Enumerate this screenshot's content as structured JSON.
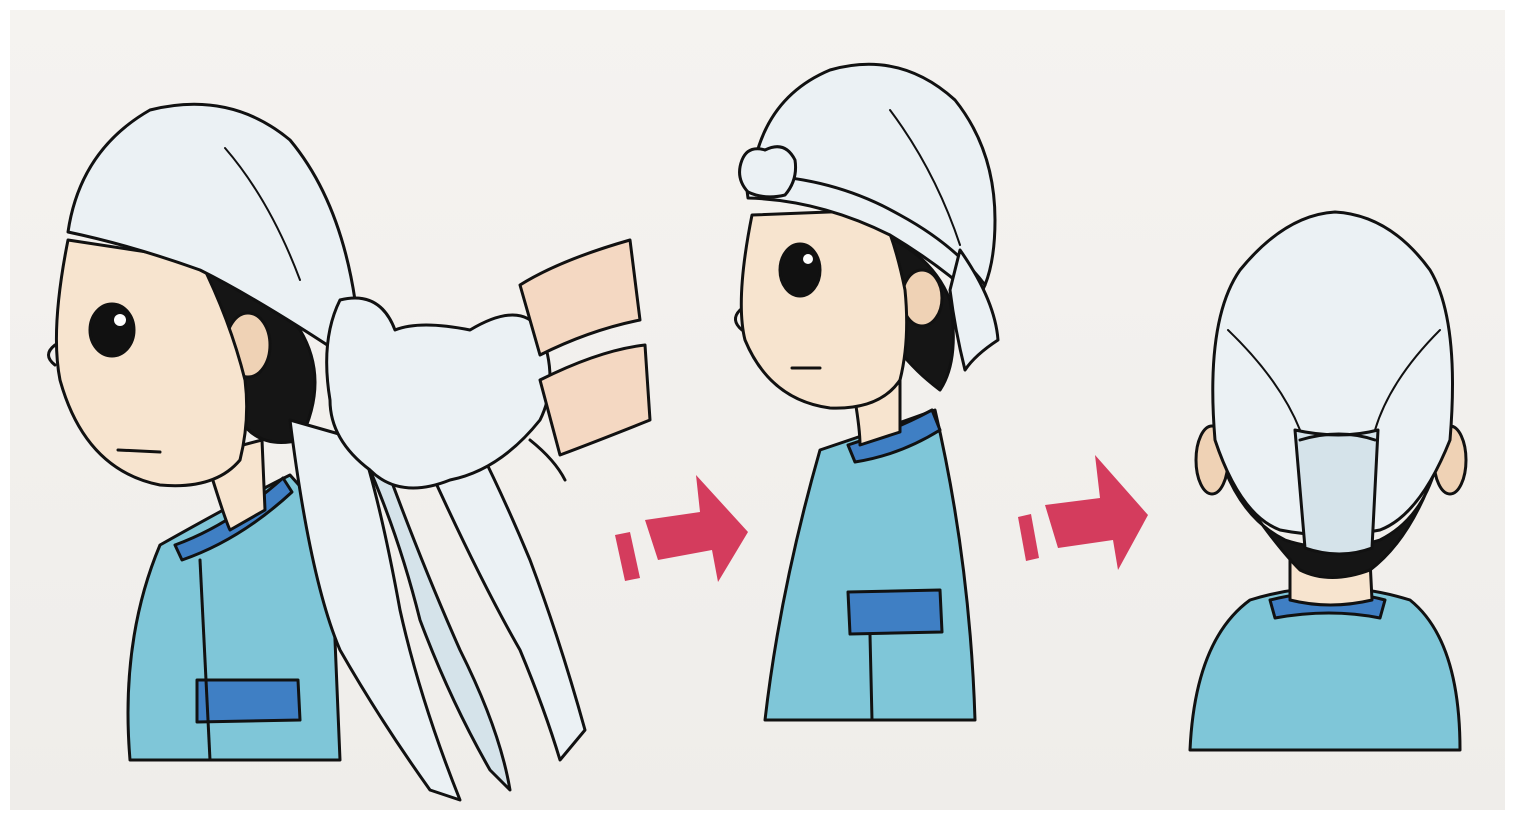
{
  "illustration": {
    "steps": [
      {
        "id": "step-1",
        "pose": "side-view",
        "action": "tying-cloth"
      },
      {
        "id": "step-2",
        "pose": "side-view",
        "action": "knotted-headscarf"
      },
      {
        "id": "step-3",
        "pose": "back-view",
        "action": "finished-headscarf"
      }
    ],
    "arrows": [
      {
        "id": "arrow-1",
        "from": "step-1",
        "to": "step-2"
      },
      {
        "id": "arrow-2",
        "from": "step-2",
        "to": "step-3"
      }
    ],
    "colors": {
      "background": "#f2f0ed",
      "outline": "#111111",
      "skin": "#f7e4cf",
      "skin_shade": "#efd2b5",
      "hair": "#151515",
      "scarf": "#ebf1f4",
      "scarf_shade": "#d5e3ea",
      "shirt": "#7fc6d8",
      "shirt_trim": "#3f7fc4",
      "arrow": "#d43c5d",
      "arm_sleeve": "#f4d8c2"
    }
  }
}
